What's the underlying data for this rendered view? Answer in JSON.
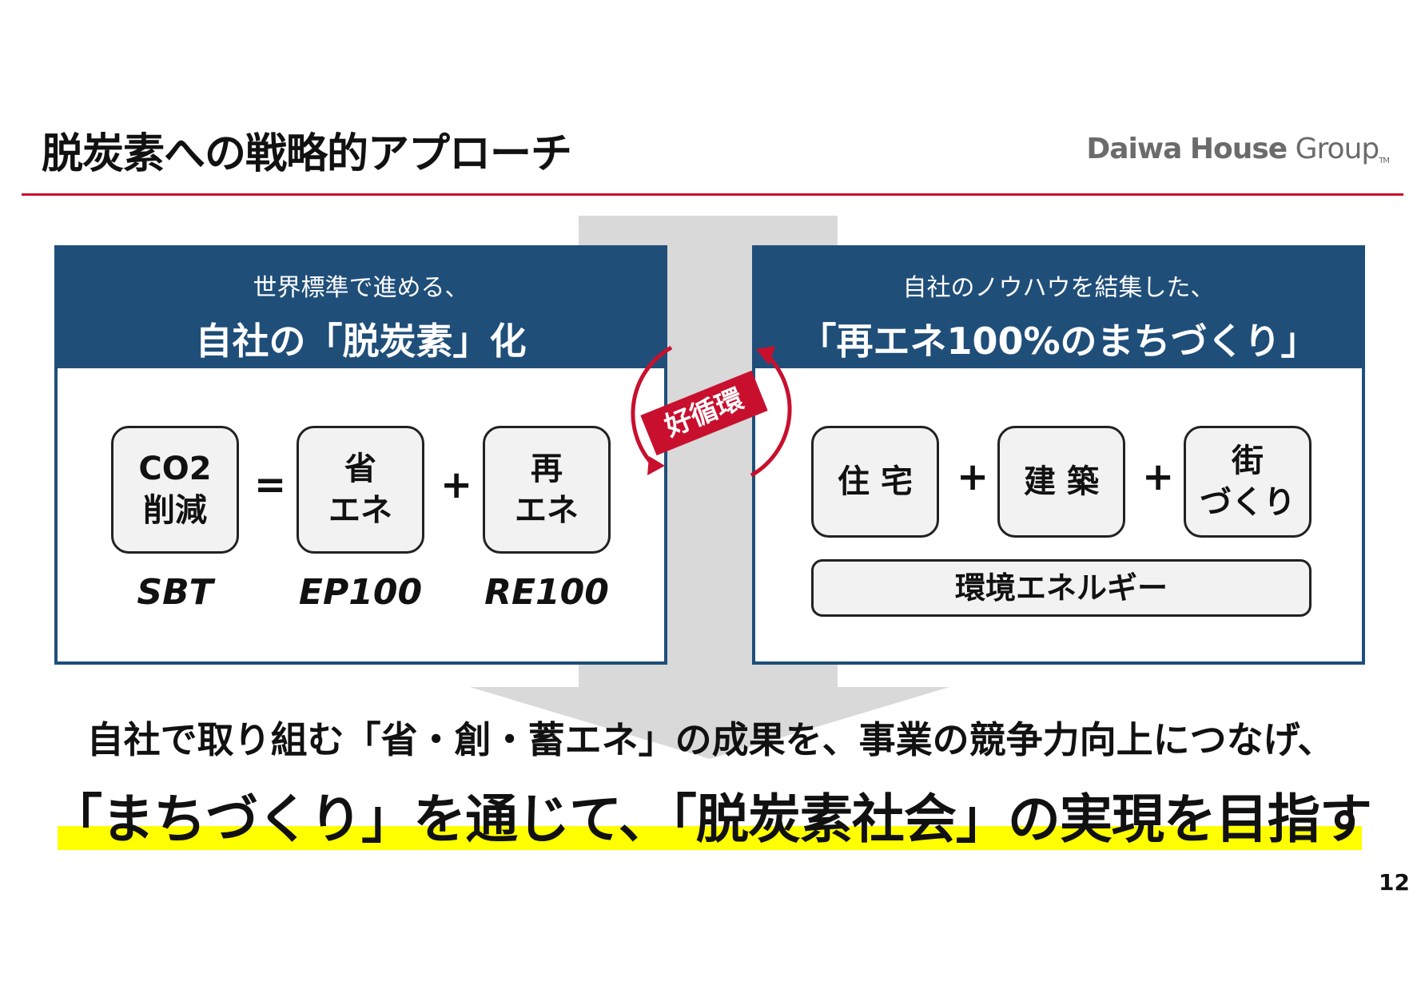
{
  "header": {
    "title": "脱炭素への戦略的アプローチ",
    "logo": {
      "part1": "Daiwa",
      "part2": "House",
      "part3": "Group",
      "tm": "TM"
    }
  },
  "left_panel": {
    "subtitle": "世界標準で進める、",
    "title": "自社の「脱炭素」化",
    "boxes": [
      {
        "line1": "CO2",
        "line2": "削減"
      },
      {
        "line1": "省",
        "line2": "エネ"
      },
      {
        "line1": "再",
        "line2": "エネ"
      }
    ],
    "operators": [
      "=",
      "+"
    ],
    "captions": [
      "SBT",
      "EP100",
      "RE100"
    ]
  },
  "cycle": {
    "label": "好循環"
  },
  "right_panel": {
    "subtitle": "自社のノウハウを結集した、",
    "title": "「再エネ100%のまちづくり」",
    "boxes": [
      {
        "line1": "住 宅",
        "line2": ""
      },
      {
        "line1": "建 築",
        "line2": ""
      },
      {
        "line1": "街",
        "line2": "づくり"
      }
    ],
    "operators": [
      "+",
      "+"
    ],
    "bar": "環境エネルギー"
  },
  "message": {
    "line1": "自社で取り組む「省・創・蓄エネ」の成果を、事業の競争力向上につなげ、",
    "line2": "「まちづくり」を通じて、「脱炭素社会」の実現を目指す"
  },
  "page_number": "12",
  "colors": {
    "accent_red": "#c8102e",
    "panel_blue": "#1f4e79",
    "highlight": "#ffff00",
    "arrow_gray": "#d9d9d9"
  }
}
